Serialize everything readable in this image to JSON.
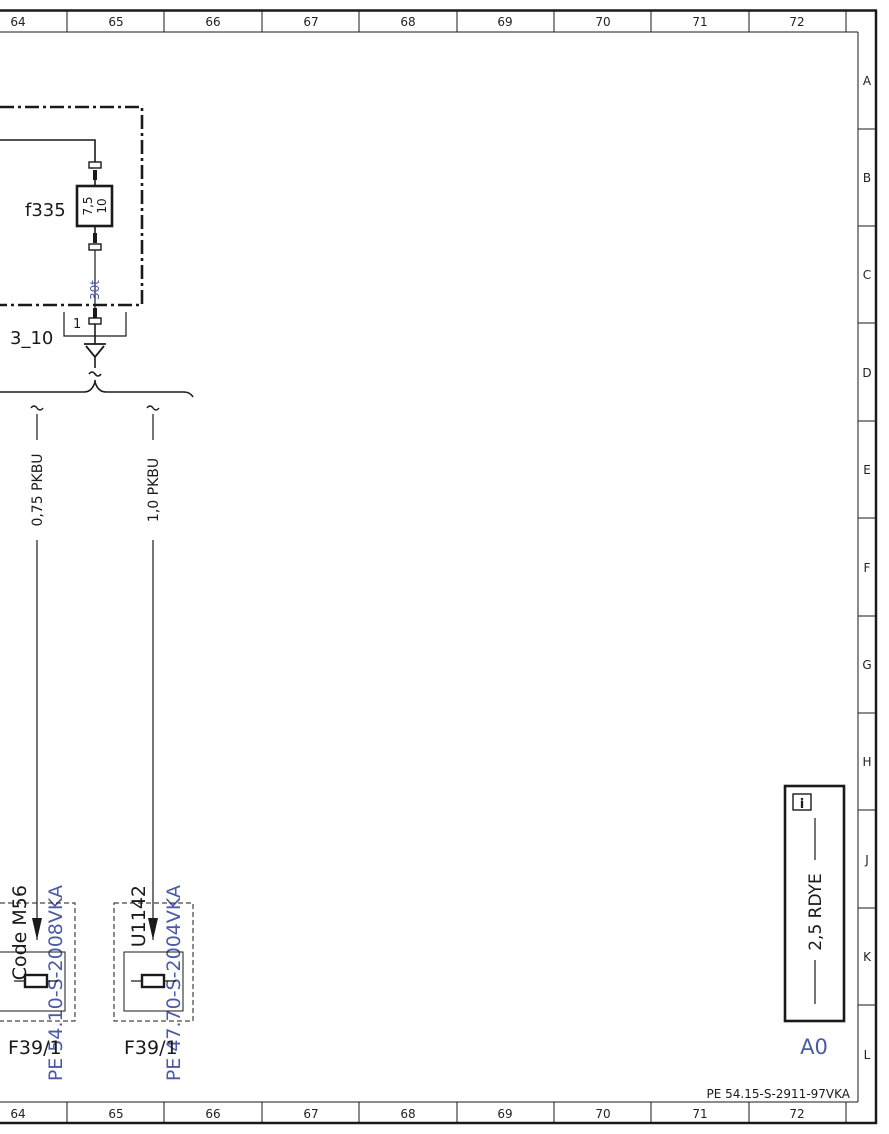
{
  "ruler": {
    "columns": [
      "64",
      "65",
      "66",
      "67",
      "68",
      "69",
      "70",
      "71",
      "72"
    ],
    "rows": [
      "A",
      "B",
      "C",
      "D",
      "E",
      "F",
      "G",
      "H",
      "J",
      "K",
      "L"
    ]
  },
  "fuse_block": {
    "label": "f335",
    "rating_top": "7,5",
    "rating_bottom": "10",
    "terminal": "30t",
    "pin": "1",
    "connector": "3_10"
  },
  "wires": [
    {
      "spec": "0,75 PKBU",
      "code": "Code M56",
      "ref": "PE 54.10-S-2008VKA",
      "component": "F39/1"
    },
    {
      "spec": "1,0 PKBU",
      "code": "U1142",
      "ref": "PE 47.70-S-2004VKA",
      "component": "F39/1"
    }
  ],
  "info_box": {
    "icon": "info-icon",
    "icon_glyph": "i",
    "wire": "2,5 RDYE",
    "label": "A0"
  },
  "document_ref": "PE 54.15-S-2911-97VKA",
  "colors": {
    "line": "#1a1a1a",
    "reference": "#4a5aa6"
  }
}
